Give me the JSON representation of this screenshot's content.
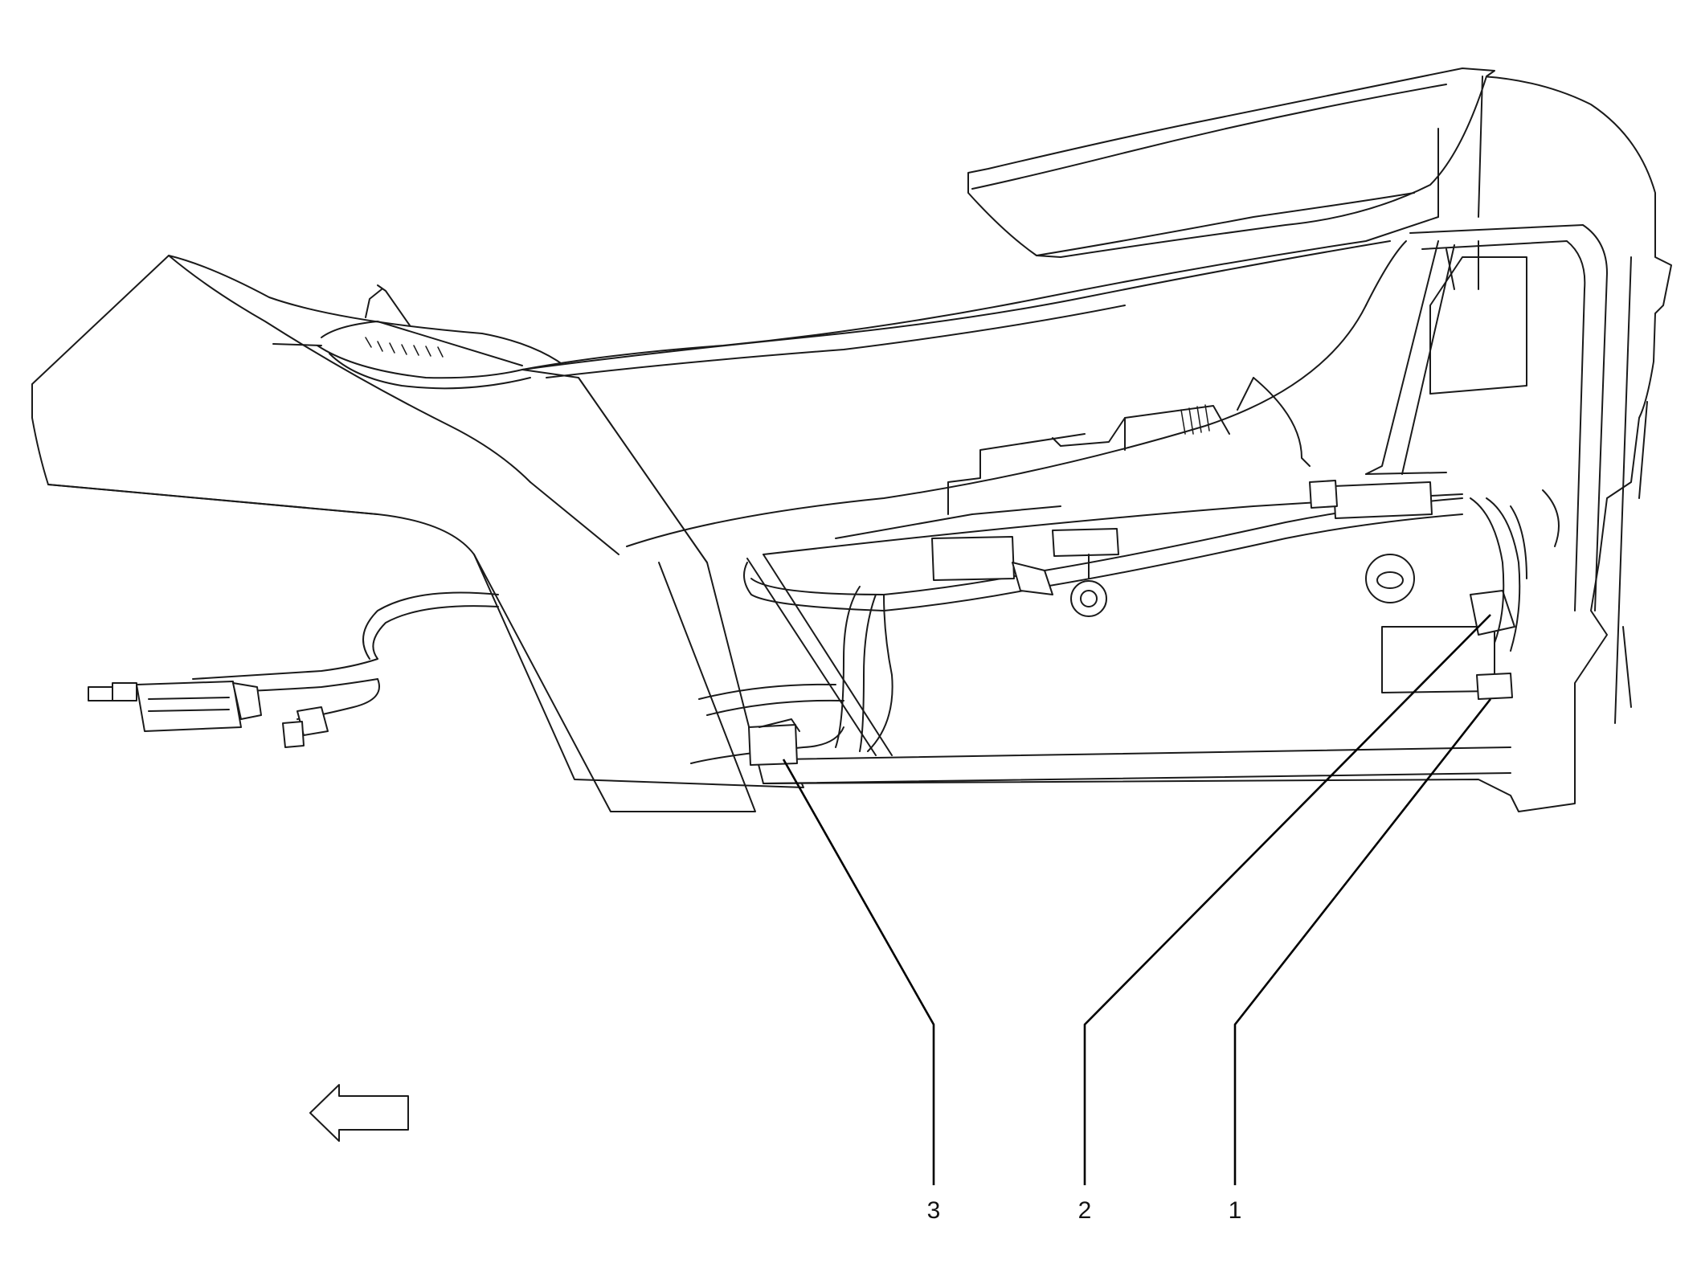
{
  "diagram": {
    "callouts": [
      {
        "id": "1",
        "label": "1"
      },
      {
        "id": "2",
        "label": "2"
      },
      {
        "id": "3",
        "label": "3"
      }
    ],
    "direction_arrow": "arrow-left-icon",
    "line_color": "#1a1a1a",
    "background": "#ffffff"
  }
}
